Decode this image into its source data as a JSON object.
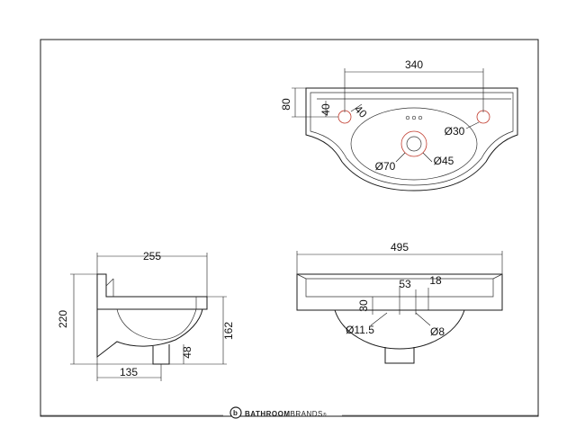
{
  "brand": {
    "name_bold": "BATHROOM",
    "name_regular": "BRANDS",
    "mark": "®"
  },
  "top_view": {
    "dim_width": "340",
    "dim_depth": "80",
    "dim_tap_a": "40",
    "dim_tap_b": "40",
    "dim_tap_hole": "Ø30",
    "dim_waste_outer": "Ø70",
    "dim_waste_inner": "Ø45"
  },
  "side_view": {
    "dim_depth": "255",
    "dim_height": "220",
    "dim_bowl_height": "162",
    "dim_waste_drop": "48",
    "dim_back_to_waste": "135"
  },
  "front_view": {
    "dim_width": "495",
    "dim_a": "53",
    "dim_b": "18",
    "dim_c": "30",
    "dim_overflow": "Ø11.5",
    "dim_pin": "Ø8"
  }
}
